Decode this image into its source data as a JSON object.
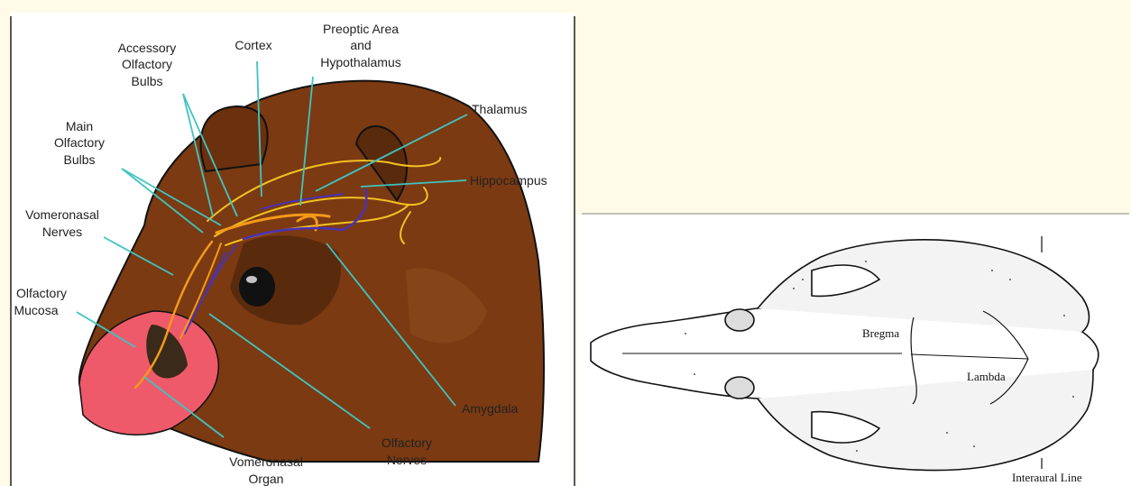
{
  "left_diagram": {
    "labels": {
      "preoptic": [
        "Preoptic Area",
        "and",
        "Hypothalamus"
      ],
      "cortex": "Cortex",
      "accessory": [
        "Accessory",
        "Olfactory",
        "Bulbs"
      ],
      "thalamus": "Thalamus",
      "main_olfactory": [
        "Main",
        "Olfactory",
        "Bulbs"
      ],
      "hippocampus": "Hippocampus",
      "vomeronasal_nerves": [
        "Vomeronasal",
        "Nerves"
      ],
      "olfactory_mucosa": [
        "Olfactory",
        "Mucosa"
      ],
      "amygdala": "Amygdala",
      "olfactory_nerves": [
        "Olfactory",
        "Nerves"
      ],
      "vomeronasal_organ": [
        "Vomeronasal",
        "Organ"
      ]
    },
    "colors": {
      "head": "#7b3a12",
      "head_shade": "#5a2a0c",
      "snout": "#ef5a6a",
      "pointer": "#40c4c0",
      "orange_path": "#f39a1a",
      "yellow_path": "#f2c022",
      "purple_path": "#4a32b8"
    }
  },
  "right_diagram": {
    "labels": {
      "bregma": "Bregma",
      "lambda": "Lambda",
      "interaural": "Interaural Line"
    }
  }
}
